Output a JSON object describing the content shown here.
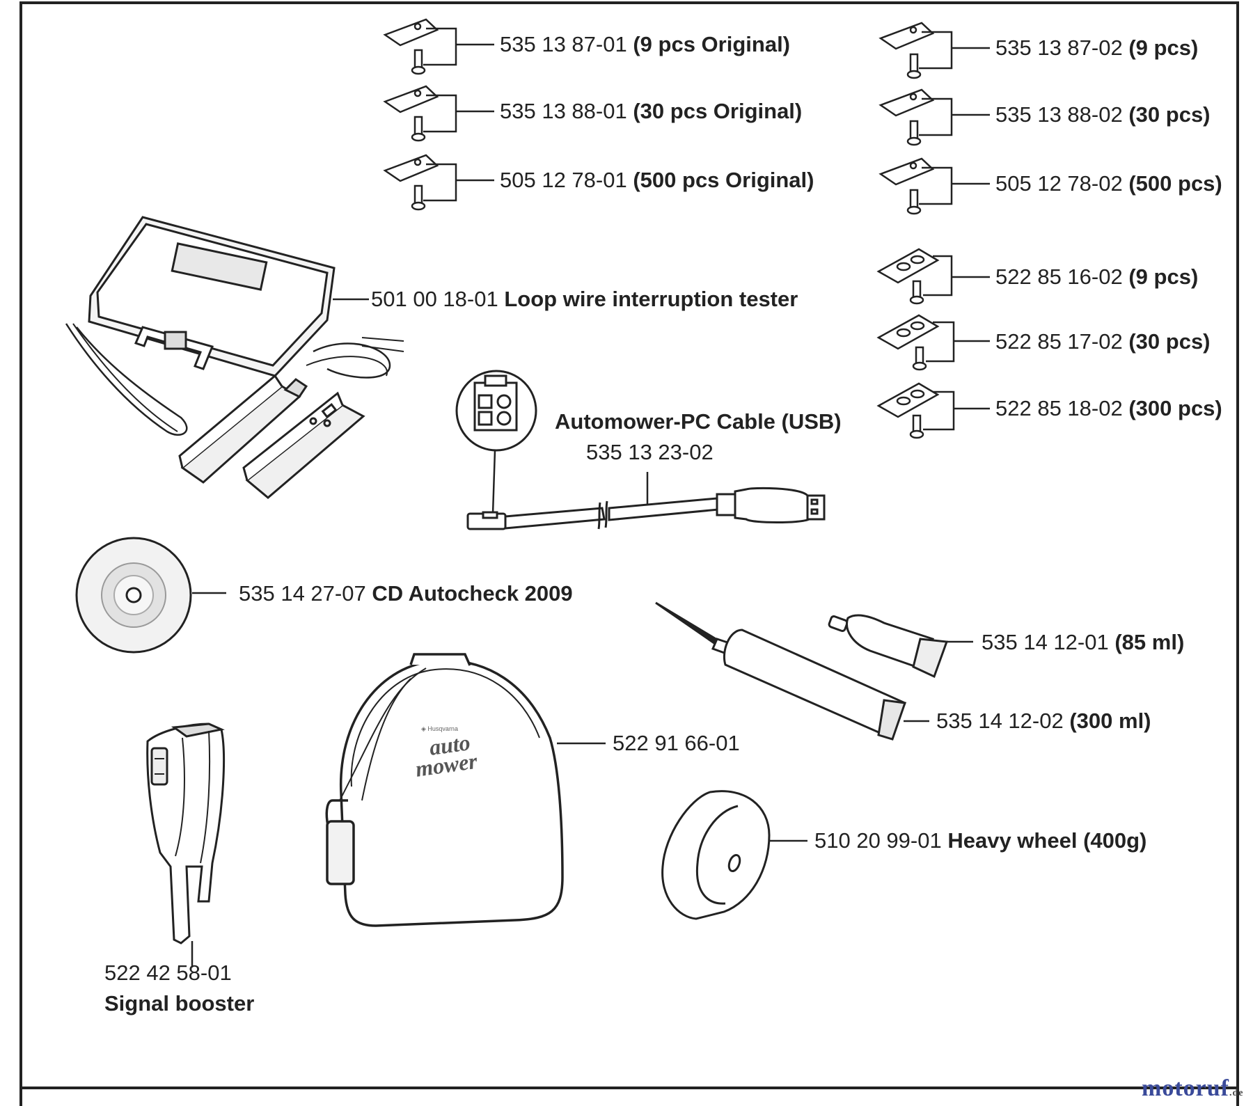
{
  "blades_original": [
    {
      "part_number": "535 13 87-01",
      "desc": "(9 pcs Original)"
    },
    {
      "part_number": "535 13 88-01",
      "desc": "(30 pcs Original)"
    },
    {
      "part_number": "505 12 78-01",
      "desc": "(500 pcs Original)"
    }
  ],
  "blades_std": [
    {
      "part_number": "535 13 87-02",
      "desc": "(9 pcs)"
    },
    {
      "part_number": "535 13 88-02",
      "desc": "(30 pcs)"
    },
    {
      "part_number": "505 12 78-02",
      "desc": "(500 pcs)"
    }
  ],
  "blades_double": [
    {
      "part_number": "522 85 16-02",
      "desc": "(9 pcs)"
    },
    {
      "part_number": "522 85 17-02",
      "desc": "(30 pcs)"
    },
    {
      "part_number": "522 85 18-02",
      "desc": "(300 pcs)"
    }
  ],
  "tester": {
    "part_number": "501 00 18-01",
    "desc": "Loop wire interruption tester"
  },
  "cable": {
    "title": "Automower-PC Cable (USB)",
    "part_number": "535 13 23-02"
  },
  "cd": {
    "part_number": "535 14 27-07",
    "desc": "CD Autocheck 2009"
  },
  "tube_small": {
    "part_number": "535 14 12-01",
    "desc": "(85 ml)"
  },
  "tube_large": {
    "part_number": "535 14 12-02",
    "desc": "(300 ml)"
  },
  "bag": {
    "part_number": "522 91 66-01",
    "logo_line1": "auto",
    "logo_line2": "mower"
  },
  "wheel": {
    "part_number": "510 20 99-01",
    "desc": "Heavy wheel (400g)"
  },
  "booster": {
    "part_number": "522 42 58-01",
    "desc": "Signal booster"
  },
  "watermark": {
    "text": "motoruf",
    "suffix": ".de"
  }
}
